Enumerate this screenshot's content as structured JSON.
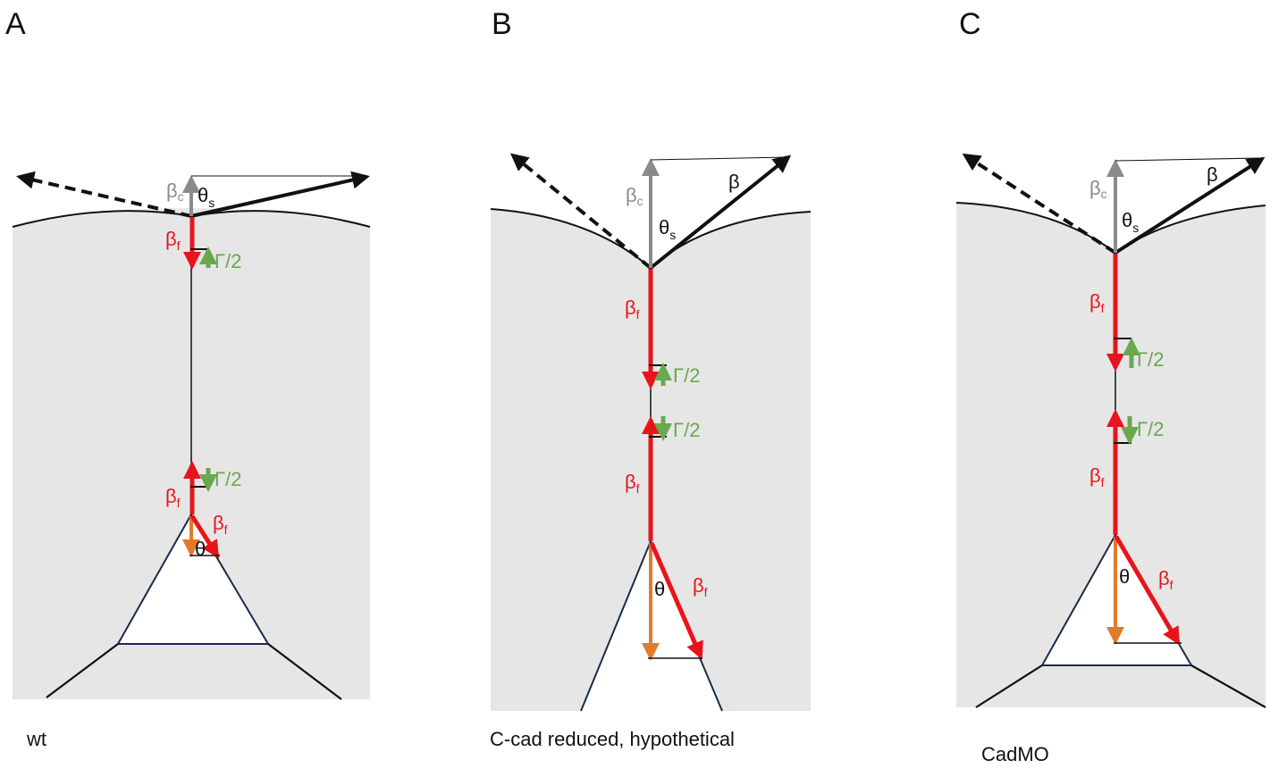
{
  "figure": {
    "colors": {
      "tissue": "#e6e6e6",
      "boundary": "#111111",
      "cell_outline": "#1b2a4a",
      "beta_f": "#e8141c",
      "beta_c": "#8a8a8a",
      "gamma": "#6aa84f",
      "theta_vec": "#e07b2a",
      "beta": "#111111"
    },
    "panels": [
      {
        "id": "A",
        "letter": "A",
        "caption": "wt",
        "labels": {
          "beta_c": "β",
          "beta_c_sub": "c",
          "theta_s": "θ",
          "theta_s_sub": "s",
          "beta_f_top": "β",
          "beta_f_top_sub": "f",
          "gamma_top": "Γ/2",
          "gamma_bottom": "Γ/2",
          "beta_f_bottom": "β",
          "beta_f_bottom_sub": "f",
          "beta_f_diag": "β",
          "beta_f_diag_sub": "f",
          "theta": "θ"
        }
      },
      {
        "id": "B",
        "letter": "B",
        "caption": "C-cad reduced, hypothetical",
        "labels": {
          "beta_c": "β",
          "beta_c_sub": "c",
          "theta_s": "θ",
          "theta_s_sub": "s",
          "beta": "β",
          "beta_f_top": "β",
          "beta_f_top_sub": "f",
          "gamma_top": "Γ/2",
          "gamma_bottom": "Γ/2",
          "beta_f_bottom": "β",
          "beta_f_bottom_sub": "f",
          "beta_f_diag": "β",
          "beta_f_diag_sub": "f",
          "theta": "θ"
        }
      },
      {
        "id": "C",
        "letter": "C",
        "caption": "CadMO",
        "labels": {
          "beta_c": "β",
          "beta_c_sub": "c",
          "theta_s": "θ",
          "theta_s_sub": "s",
          "beta": "β",
          "beta_f_top": "β",
          "beta_f_top_sub": "f",
          "gamma_top": "Γ/2",
          "gamma_bottom": "Γ/2",
          "beta_f_bottom": "β",
          "beta_f_bottom_sub": "f",
          "beta_f_diag": "β",
          "beta_f_diag_sub": "f",
          "theta": "θ"
        }
      }
    ]
  }
}
